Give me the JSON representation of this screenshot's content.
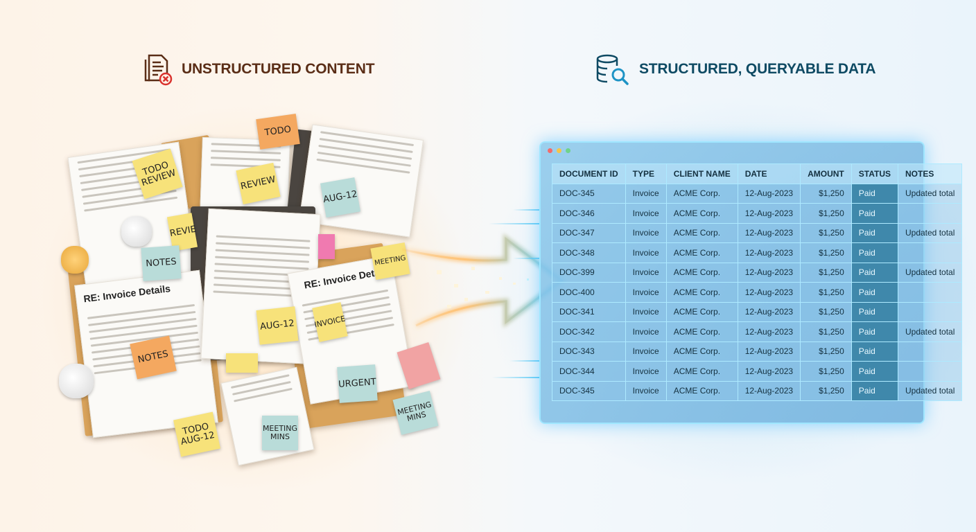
{
  "left_heading": {
    "title": "UNSTRUCTURED CONTENT",
    "icon": "document-error-icon"
  },
  "right_heading": {
    "title": "STRUCTURED, QUERYABLE DATA",
    "icon": "database-search-icon"
  },
  "pile": {
    "paper_titles": [
      "RE: Invoice Details",
      "RE: Invoice Details"
    ],
    "notes": [
      "TODO",
      "TODO REVIEW",
      "REVIEW",
      "AUG-12",
      "REVIE",
      "NOTES",
      "NOTES",
      "AUG-12",
      "INVOICE",
      "URGENT",
      "TODO AUG-12",
      "MEETING MINS",
      "MEETING MINS",
      "MEETING"
    ]
  },
  "table": {
    "columns": [
      "DOCUMENT ID",
      "TYPE",
      "CLIENT NAME",
      "DATE",
      "AMOUNT",
      "STATUS",
      "NOTES"
    ],
    "rows": [
      [
        "DOC-345",
        "Invoice",
        "ACME Corp.",
        "12-Aug-2023",
        "$1,250",
        "Paid",
        "Updated total"
      ],
      [
        "DOC-346",
        "Invoice",
        "ACME Corp.",
        "12-Aug-2023",
        "$1,250",
        "Paid",
        ""
      ],
      [
        "DOC-347",
        "Invoice",
        "ACME Corp.",
        "12-Aug-2023",
        "$1,250",
        "Paid",
        "Updated total"
      ],
      [
        "DOC-348",
        "Invoice",
        "ACME Corp.",
        "12-Aug-2023",
        "$1,250",
        "Paid",
        ""
      ],
      [
        "DOC-399",
        "Invoice",
        "ACME Corp.",
        "12-Aug-2023",
        "$1,250",
        "Paid",
        "Updated total"
      ],
      [
        "DOC-400",
        "Invoice",
        "ACME Corp.",
        "12-Aug-2023",
        "$1,250",
        "Paid",
        ""
      ],
      [
        "DOC-341",
        "Invoice",
        "ACME Corp.",
        "12-Aug-2023",
        "$1,250",
        "Paid",
        ""
      ],
      [
        "DOC-342",
        "Invoice",
        "ACME Corp.",
        "12-Aug-2023",
        "$1,250",
        "Paid",
        "Updated total"
      ],
      [
        "DOC-343",
        "Invoice",
        "ACME Corp.",
        "12-Aug-2023",
        "$1,250",
        "Paid",
        ""
      ],
      [
        "DOC-344",
        "Invoice",
        "ACME Corp.",
        "12-Aug-2023",
        "$1,250",
        "Paid",
        ""
      ],
      [
        "DOC-345",
        "Invoice",
        "ACME Corp.",
        "12-Aug-2023",
        "$1,250",
        "Paid",
        "Updated total"
      ]
    ]
  },
  "colors": {
    "left_heading": "#5a2d16",
    "right_heading": "#0e4a63",
    "error": "#d9322e",
    "status_cell": "#3f88ab",
    "window_border": "#9fe6ff"
  }
}
